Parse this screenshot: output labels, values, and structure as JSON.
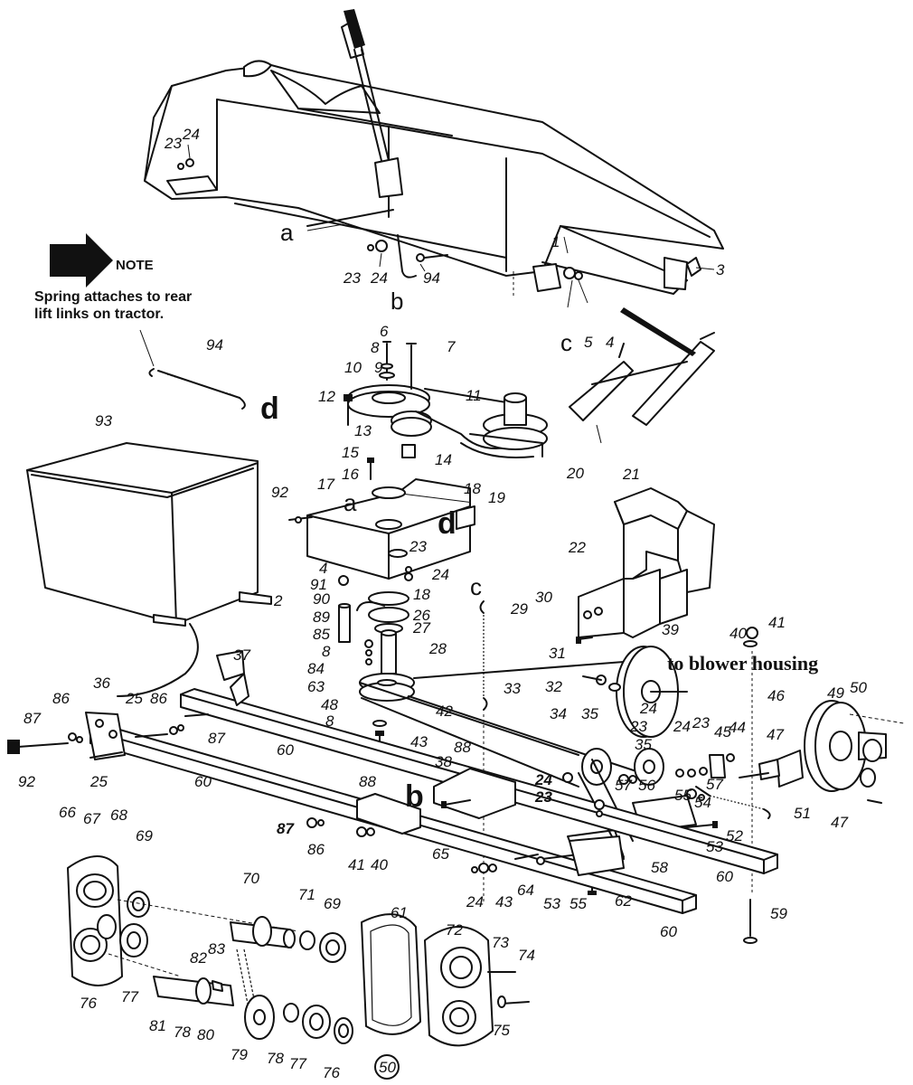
{
  "note": {
    "heading": "NOTE",
    "line1": "Spring attaches to rear",
    "line2": "lift links on tractor."
  },
  "callout_blower": "to blower housing",
  "page_number": "50",
  "letters": {
    "a": "a",
    "b": "b",
    "c": "c",
    "d": "d"
  },
  "parts": {
    "p1": "1",
    "p2": "2",
    "p3": "3",
    "p4": "4",
    "p5": "5",
    "p6": "6",
    "p7": "7",
    "p8": "8",
    "p9": "9",
    "p10": "10",
    "p11": "11",
    "p12": "12",
    "p13": "13",
    "p14": "14",
    "p15": "15",
    "p16": "16",
    "p17": "17",
    "p18": "18",
    "p19": "19",
    "p20": "20",
    "p21": "21",
    "p22": "22",
    "p23": "23",
    "p24": "24",
    "p25": "25",
    "p26": "26",
    "p27": "27",
    "p28": "28",
    "p29": "29",
    "p30": "30",
    "p31": "31",
    "p32": "32",
    "p33": "33",
    "p34": "34",
    "p35": "35",
    "p36": "36",
    "p37": "37",
    "p38": "38",
    "p39": "39",
    "p40": "40",
    "p41": "41",
    "p42": "42",
    "p43": "43",
    "p44": "44",
    "p45": "45",
    "p46": "46",
    "p47": "47",
    "p48": "48",
    "p49": "49",
    "p50": "50",
    "p51": "51",
    "p52": "52",
    "p53": "53",
    "p54": "54",
    "p55": "55",
    "p56": "56",
    "p57": "57",
    "p58": "58",
    "p59": "59",
    "p60": "60",
    "p61": "61",
    "p62": "62",
    "p63": "63",
    "p64": "64",
    "p65": "65",
    "p66": "66",
    "p67": "67",
    "p68": "68",
    "p69": "69",
    "p70": "70",
    "p71": "71",
    "p72": "72",
    "p73": "73",
    "p74": "74",
    "p75": "75",
    "p76": "76",
    "p77": "77",
    "p78": "78",
    "p79": "79",
    "p80": "80",
    "p81": "81",
    "p82": "82",
    "p83": "83",
    "p84": "84",
    "p85": "85",
    "p86": "86",
    "p87": "87",
    "p88": "88",
    "p89": "89",
    "p90": "90",
    "p91": "91",
    "p92": "92",
    "p93": "93",
    "p94": "94"
  }
}
